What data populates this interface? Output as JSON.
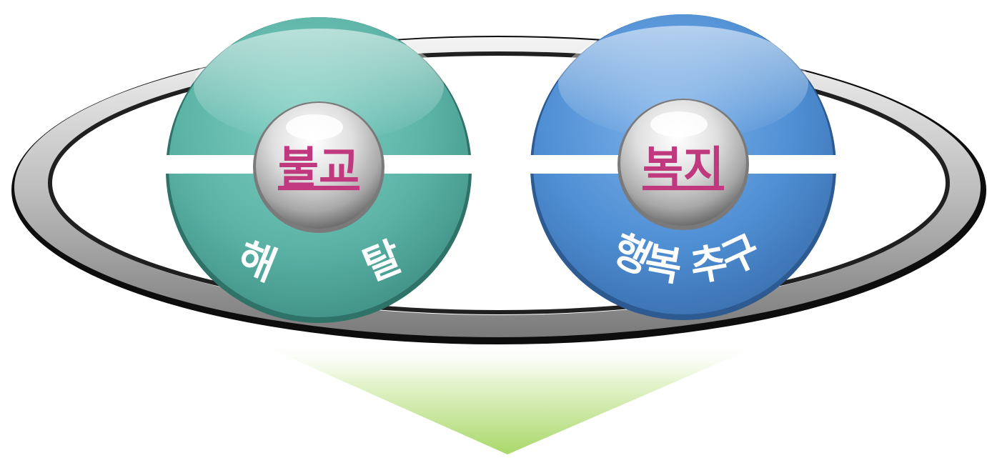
{
  "diagram": {
    "left_node": {
      "center_label": "불교",
      "arc_char_1": "해",
      "arc_char_2": "탈"
    },
    "right_node": {
      "center_label": "복지",
      "arc_text": "행복 추구"
    }
  },
  "colors": {
    "left_ring": "#5bb3a6",
    "right_ring": "#4f8fd4",
    "center_text": "#c0397f",
    "arc_text": "#ffffff",
    "arrow": "#b9e07e",
    "orbit": "#111111"
  },
  "icons": {
    "left_center": "sphere-icon",
    "right_center": "sphere-icon",
    "bottom": "down-arrow-icon"
  }
}
